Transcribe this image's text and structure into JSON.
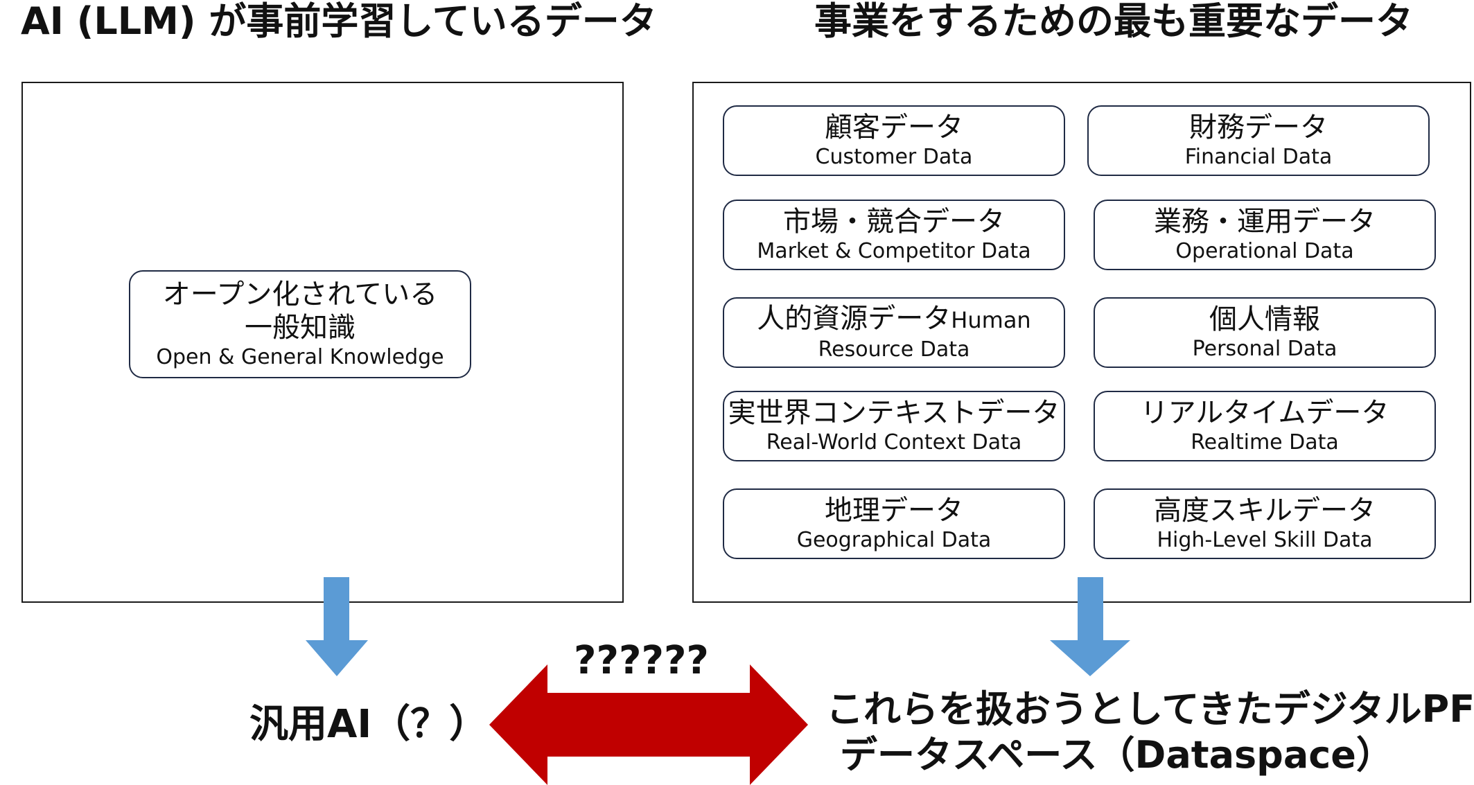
{
  "left": {
    "heading": "AI (LLM) が事前学習しているデータ",
    "card": {
      "jp_line1": "オープン化されている",
      "jp_line2": "一般知識",
      "en": "Open & General Knowledge"
    },
    "result": "汎用AI（？）"
  },
  "right": {
    "heading": "事業をするための最も重要なデータ",
    "cards": [
      {
        "jp": "顧客データ",
        "en": "Customer Data"
      },
      {
        "jp": "財務データ",
        "en": "Financial Data"
      },
      {
        "jp": "市場・競合データ",
        "en": "Market & Competitor Data"
      },
      {
        "jp": "業務・運用データ",
        "en": "Operational Data"
      },
      {
        "jp": "人的資源データ",
        "jp_suffix": "Human",
        "en": "Resource Data"
      },
      {
        "jp": "個人情報",
        "en": "Personal Data"
      },
      {
        "jp": "実世界コンテキストデータ",
        "en": "Real-World Context Data"
      },
      {
        "jp": "リアルタイムデータ",
        "en": "Realtime Data"
      },
      {
        "jp": "地理データ",
        "en": "Geographical Data"
      },
      {
        "jp": "高度スキルデータ",
        "en": "High-Level Skill Data"
      }
    ],
    "result_line1": "これらを扱おうとしてきたデジタルPF",
    "result_line2": "データスペース（Dataspace）"
  },
  "middle": {
    "question": "??????"
  },
  "colors": {
    "down_arrow": "#5b9bd5",
    "double_arrow": "#c00000",
    "card_border": "#1f2a44"
  }
}
